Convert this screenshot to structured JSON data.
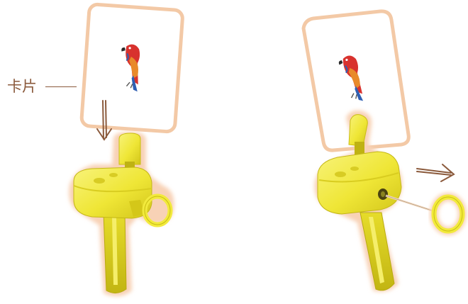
{
  "labels": {
    "card": "卡片"
  },
  "colors": {
    "toy_yellow": "#f2ea3c",
    "toy_shadow": "#c9bd14",
    "glow": "#f7c9a8",
    "arrow": "#8b5a3c",
    "card_border": "#f3c9a6"
  },
  "icons": {
    "card_picture": "parrot",
    "motion_arrow_down": "arrow-down",
    "motion_arrow_right": "arrow-right"
  }
}
